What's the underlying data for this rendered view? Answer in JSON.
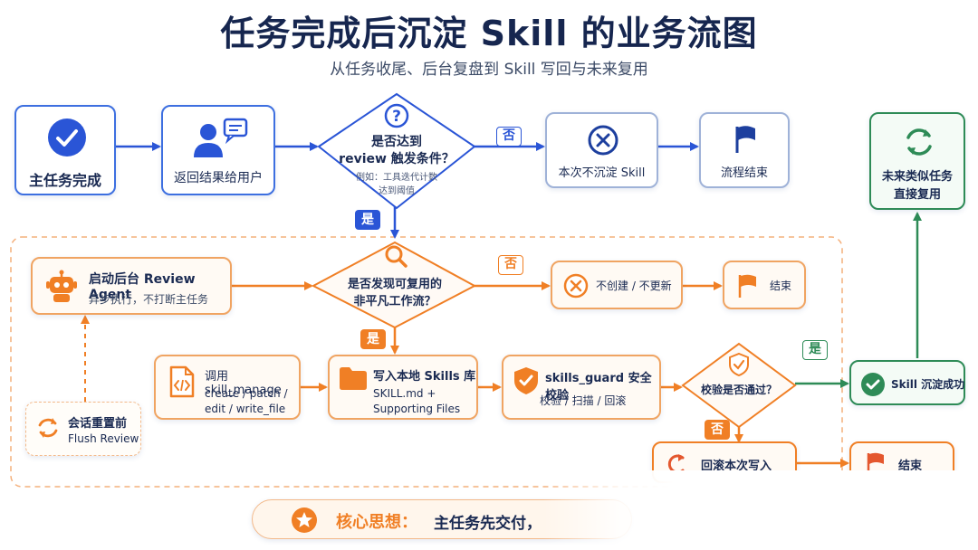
{
  "header": {
    "title": "任务完成后沉淀 Skill 的业务流图",
    "subtitle": "从任务收尾、后台复盘到 Skill 写回与未来复用"
  },
  "top_row": {
    "main_done": "主任务完成",
    "return_result": "返回结果给用户",
    "review_check_line1": "是否达到",
    "review_check_line2": "review 触发条件？",
    "review_check_note_line1": "例如：工具迭代计数",
    "review_check_note_line2": "达到阈值",
    "no_save": "本次不沉淀 Skill",
    "flow_end": "流程结束",
    "future_reuse_line1": "未来类似任务",
    "future_reuse_line2": "直接复用"
  },
  "branch_labels": {
    "no": "否",
    "yes": "是"
  },
  "review_zone": {
    "start_agent_title": "启动后台 Review Agent",
    "start_agent_sub": "异步执行，不打断主任务",
    "discover_line1": "是否发现可复用的",
    "discover_line2": "非平凡工作流？",
    "no_create": "不创建 / 不更新",
    "end": "结束",
    "skill_manage_title": "调用 skill_manage",
    "skill_manage_sub1": "create / patch /",
    "skill_manage_sub2": "edit / write_file",
    "write_local_title": "写入本地 Skills 库",
    "write_local_sub1": "SKILL.md +",
    "write_local_sub2": "Supporting Files",
    "guard_title": "skills_guard 安全校验",
    "guard_sub": "校验 / 扫描 / 回滚",
    "verify": "校验是否通过？",
    "success": "Skill 沉淀成功",
    "rollback": "回滚本次写入",
    "end2": "结束",
    "session_reset_line1": "会话重置前",
    "session_reset_line2": "Flush Review"
  },
  "core_idea": {
    "label": "核心思想：",
    "text": "主任务先交付，"
  },
  "colors": {
    "blue": "#2a55d6",
    "orange": "#f07f25",
    "green": "#2e8b57",
    "title": "#16264f"
  }
}
